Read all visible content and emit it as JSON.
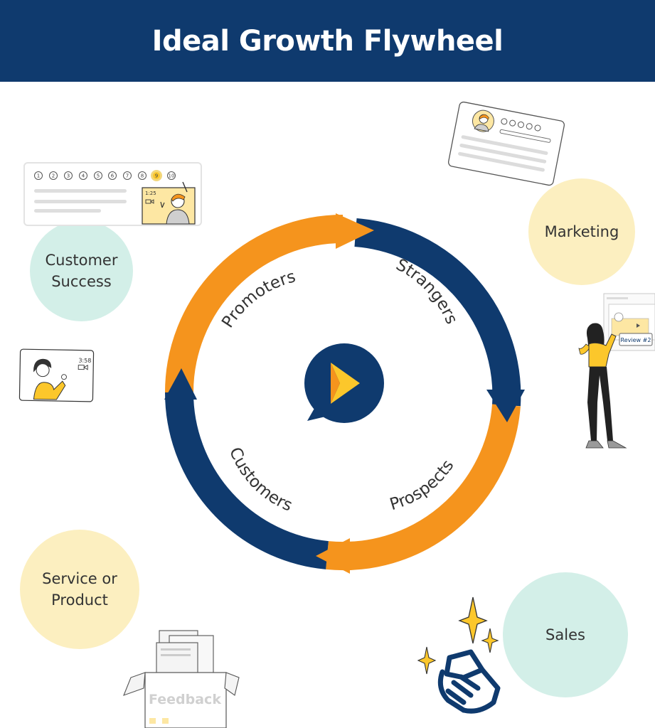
{
  "header": {
    "title": "Ideal Growth Flywheel"
  },
  "colors": {
    "header_bg": "#0f3a6e",
    "navy": "#0f3a6e",
    "orange": "#f5941d",
    "yellow": "#fcc72b",
    "teal_bubble": "#d3efe8",
    "yellow_bubble": "#fcefc0"
  },
  "flywheel": {
    "stages": [
      {
        "label": "Strangers",
        "color": "navy"
      },
      {
        "label": "Prospects",
        "color": "orange"
      },
      {
        "label": "Customers",
        "color": "navy"
      },
      {
        "label": "Promoters",
        "color": "orange"
      }
    ],
    "center_icon": "play-chat-logo-icon"
  },
  "bubbles": [
    {
      "label_lines": [
        "Customer",
        "Success"
      ],
      "color": "teal"
    },
    {
      "label_lines": [
        "Marketing"
      ],
      "color": "yellow"
    },
    {
      "label_lines": [
        "Service or",
        "Product"
      ],
      "color": "yellow"
    },
    {
      "label_lines": [
        "Sales"
      ],
      "color": "teal"
    }
  ],
  "illustrations": {
    "nps_card": {
      "scale": [
        "1",
        "2",
        "3",
        "4",
        "5",
        "6",
        "7",
        "8",
        "9",
        "10"
      ],
      "selected_score": "9",
      "video_time": "1:25"
    },
    "video_card": {
      "video_time": "3:58"
    },
    "review_badge": {
      "label": "Review #2"
    },
    "feedback_box": {
      "label": "Feedback"
    }
  }
}
